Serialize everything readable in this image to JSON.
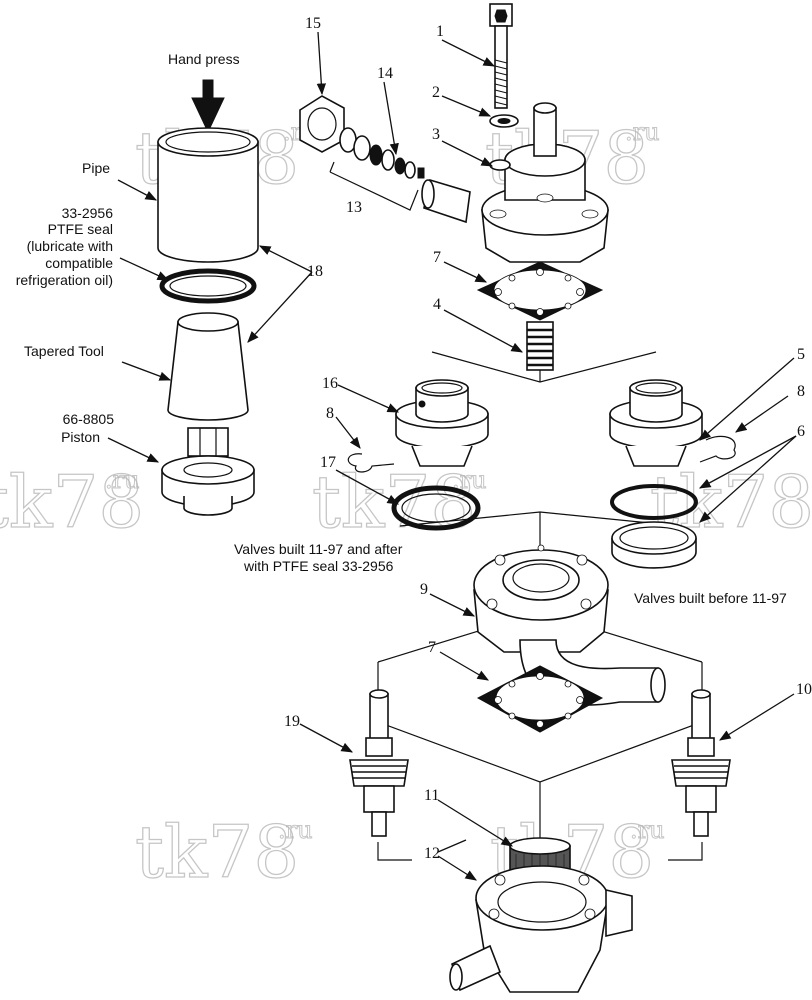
{
  "watermark": {
    "text": "tk78",
    "suffix": ".ru"
  },
  "labels": {
    "hand_press": "Hand press",
    "pipe": "Pipe",
    "ptfe_seal": [
      "33-2956",
      "PTFE seal",
      "(lubricate with",
      "compatible",
      "refrigeration oil)"
    ],
    "tapered_tool": "Tapered Tool",
    "piston": [
      "66-8805",
      "Piston"
    ],
    "valves_after": [
      "Valves built 11-97 and after",
      "with PTFE seal 33-2956"
    ],
    "valves_before": "Valves built before 11-97"
  },
  "callouts": {
    "c1": "1",
    "c2": "2",
    "c3": "3",
    "c4": "4",
    "c5": "5",
    "c6": "6",
    "c7a": "7",
    "c7b": "7",
    "c8a": "8",
    "c8b": "8",
    "c9": "9",
    "c10": "10",
    "c11": "11",
    "c12": "12",
    "c13": "13",
    "c14": "14",
    "c15": "15",
    "c16": "16",
    "c17": "17",
    "c18": "18",
    "c19": "19"
  }
}
